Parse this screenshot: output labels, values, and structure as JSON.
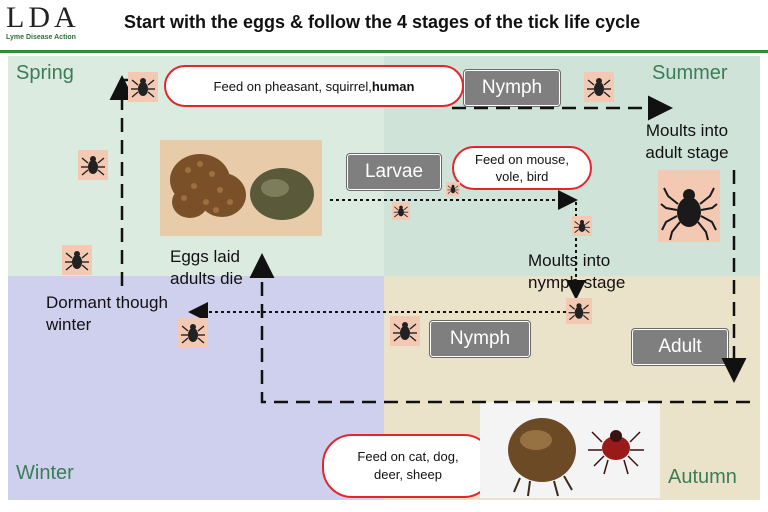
{
  "logo": {
    "letters": "LDA",
    "subtitle": "Lyme Disease Action"
  },
  "title": "Start with the eggs & follow the 4 stages of the tick life cycle",
  "seasons": {
    "spring": "Spring",
    "summer": "Summer",
    "winter": "Winter",
    "autumn": "Autumn"
  },
  "stages": {
    "nymph_top": "Nymph",
    "larvae": "Larvae",
    "nymph_bottom": "Nymph",
    "adult": "Adult"
  },
  "bubbles": {
    "spring": {
      "prefix": "Feed on pheasant, squirrel, ",
      "bold": "human"
    },
    "larvae": "Feed on mouse, vole, bird",
    "autumn": "Feed on cat, dog, deer, sheep"
  },
  "labels": {
    "moults_adult": "Moults into adult stage",
    "eggs": "Eggs laid adults die",
    "moults_nymph": "Moults into nymph stage",
    "dormant": "Dormant though winter"
  },
  "colors": {
    "spring_bg": "#dcebdf",
    "summer_bg": "#cfe3d9",
    "winter_bg": "#cfd0ee",
    "autumn_bg": "#ebe3c9",
    "accent_line": "#2e8b3e",
    "bubble_border": "#e3262b"
  },
  "icons": [
    "tick-icon",
    "dashed-arrow",
    "dotted-arrow"
  ]
}
